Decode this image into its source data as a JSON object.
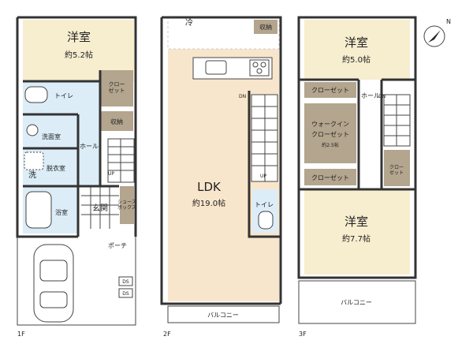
{
  "floors": {
    "f1": {
      "label": "1F",
      "rooms": {
        "western_name": "洋室",
        "western_size": "約5.2帖",
        "toilet": "トイレ",
        "closet": "クロー\nゼット",
        "storage": "収納",
        "washroom": "洗面室",
        "hall": "ホール",
        "laundry": "洗",
        "dressing": "脱衣室",
        "bath": "浴室",
        "entrance": "玄関",
        "shoebox": "シューズ\nボックス",
        "porch": "ポーチ",
        "ds1": "DS",
        "ds2": "DS",
        "up": "UP"
      }
    },
    "f2": {
      "label": "2F",
      "rooms": {
        "fridge": "冷",
        "storage": "収納",
        "ldk": "LDK",
        "ldk_size": "約19.0帖",
        "dn": "DN",
        "up": "UP",
        "toilet": "トイレ",
        "balcony": "バルコニー"
      }
    },
    "f3": {
      "label": "3F",
      "rooms": {
        "western1_name": "洋室",
        "western1_size": "約5.0帖",
        "closet1": "クローゼット",
        "hall": "ホール",
        "dn": "DN",
        "walkin_line1": "ウォークイン",
        "walkin_line2": "クローゼット",
        "walkin_size": "約2.5帖",
        "closet_side": "クロー\nゼット",
        "closet2": "クローゼット",
        "western2_name": "洋室",
        "western2_size": "約7.7帖",
        "balcony": "バルコニー"
      }
    }
  },
  "compass": {
    "north_label": "N"
  },
  "colors": {
    "room": "#f7edcf",
    "ldk": "#f8e6cc",
    "wet": "#dcedf8",
    "closet": "#b3a58e",
    "wall": "#333333"
  }
}
